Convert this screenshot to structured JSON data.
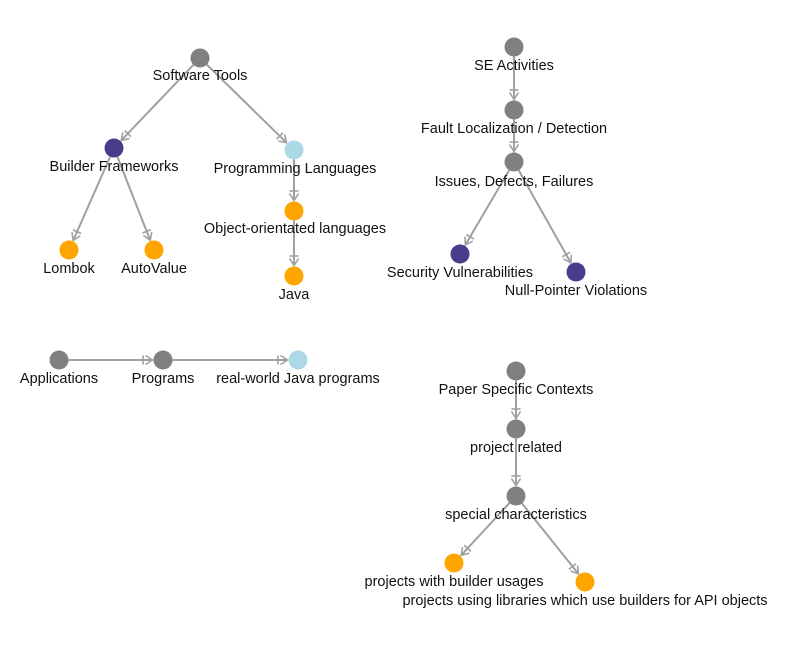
{
  "colors": {
    "category": "#808080",
    "framework": "#483d8b",
    "language": "#add8e6",
    "instance": "#ffa500",
    "edge": "#a0a0a0"
  },
  "nodes": [
    {
      "id": "software_tools",
      "label": "Software Tools",
      "color": "category"
    },
    {
      "id": "builder_frameworks",
      "label": "Builder Frameworks",
      "color": "framework"
    },
    {
      "id": "programming_languages",
      "label": "Programming Languages",
      "color": "language"
    },
    {
      "id": "lombok",
      "label": "Lombok",
      "color": "instance"
    },
    {
      "id": "autovalue",
      "label": "AutoValue",
      "color": "instance"
    },
    {
      "id": "oo_languages",
      "label": "Object-orientated languages",
      "color": "instance"
    },
    {
      "id": "java",
      "label": "Java",
      "color": "instance"
    },
    {
      "id": "se_activities",
      "label": "SE Activities",
      "color": "category"
    },
    {
      "id": "fault_localization",
      "label": "Fault Localization / Detection",
      "color": "category"
    },
    {
      "id": "issues_defects",
      "label": "Issues, Defects, Failures",
      "color": "category"
    },
    {
      "id": "security_vuln",
      "label": "Security Vulnerabilities",
      "color": "framework"
    },
    {
      "id": "null_pointer",
      "label": "Null-Pointer Violations",
      "color": "framework"
    },
    {
      "id": "applications",
      "label": "Applications",
      "color": "category"
    },
    {
      "id": "programs",
      "label": "Programs",
      "color": "category"
    },
    {
      "id": "real_world_java",
      "label": "real-world Java programs",
      "color": "language"
    },
    {
      "id": "paper_contexts",
      "label": "Paper Specific Contexts",
      "color": "category"
    },
    {
      "id": "project_related",
      "label": "project related",
      "color": "category"
    },
    {
      "id": "special_characteristics",
      "label": "special characteristics",
      "color": "category"
    },
    {
      "id": "projects_builder_usages",
      "label": "projects with builder usages",
      "color": "instance"
    },
    {
      "id": "projects_libraries",
      "label": "projects using libraries which use builders for API objects",
      "color": "instance"
    }
  ],
  "edges": [
    {
      "from": "software_tools",
      "to": "builder_frameworks"
    },
    {
      "from": "software_tools",
      "to": "programming_languages"
    },
    {
      "from": "builder_frameworks",
      "to": "lombok"
    },
    {
      "from": "builder_frameworks",
      "to": "autovalue"
    },
    {
      "from": "programming_languages",
      "to": "oo_languages"
    },
    {
      "from": "oo_languages",
      "to": "java"
    },
    {
      "from": "se_activities",
      "to": "fault_localization"
    },
    {
      "from": "fault_localization",
      "to": "issues_defects"
    },
    {
      "from": "issues_defects",
      "to": "security_vuln"
    },
    {
      "from": "issues_defects",
      "to": "null_pointer"
    },
    {
      "from": "applications",
      "to": "programs"
    },
    {
      "from": "programs",
      "to": "real_world_java"
    },
    {
      "from": "paper_contexts",
      "to": "project_related"
    },
    {
      "from": "project_related",
      "to": "special_characteristics"
    },
    {
      "from": "special_characteristics",
      "to": "projects_builder_usages"
    },
    {
      "from": "special_characteristics",
      "to": "projects_libraries"
    }
  ]
}
